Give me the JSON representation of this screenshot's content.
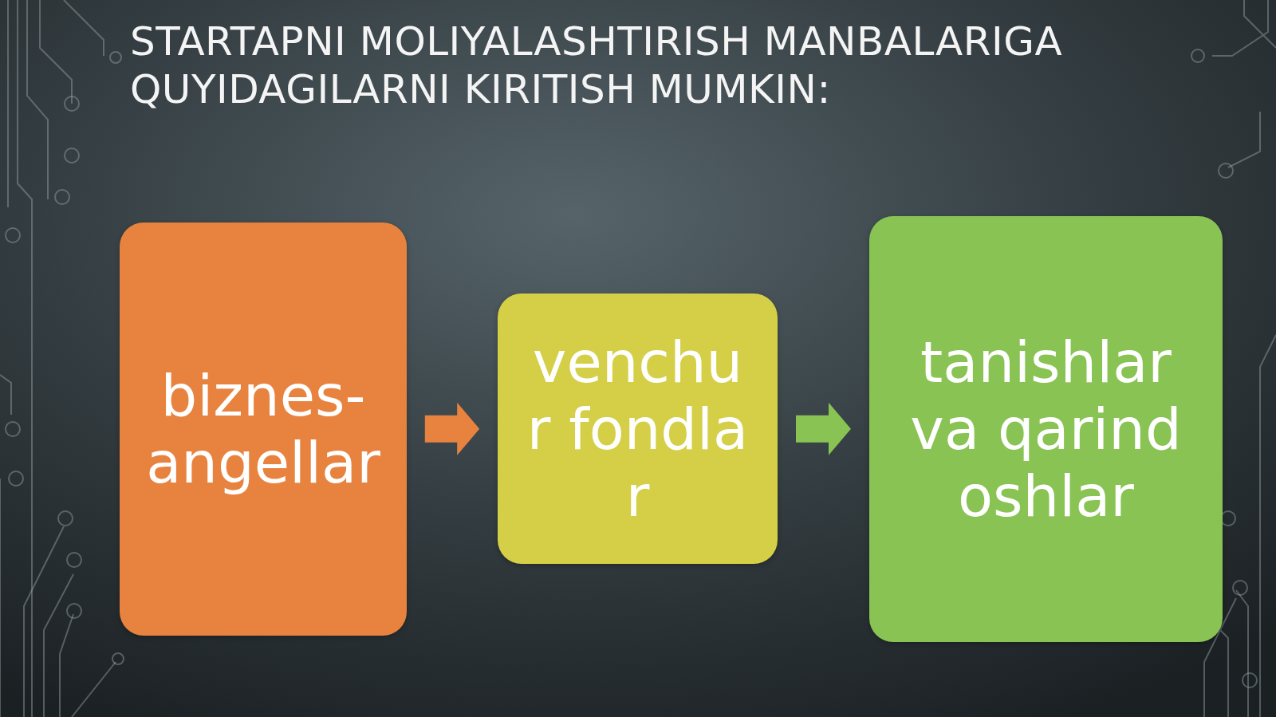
{
  "diagram": {
    "title": "STARTAPNI MOLIYALASHTIRISH MANBALARIGA QUYIDAGILARNI KIRITISH MUMKIN:",
    "nodes": [
      {
        "text": [
          "biznes-angellar"
        ]
      },
      {
        "text": [
          "venchur fondlar"
        ]
      },
      {
        "text": [
          "tanishlar va qarindoshlar"
        ]
      }
    ],
    "edges": [
      {
        "from": 0,
        "to": 1,
        "arrow": "to"
      },
      {
        "from": 1,
        "to": 2,
        "arrow": "to"
      }
    ]
  }
}
